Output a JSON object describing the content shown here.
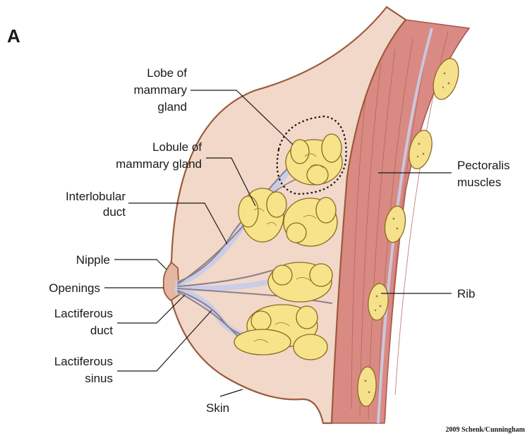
{
  "panel_letter": "A",
  "labels": {
    "lobe_line1": "Lobe of",
    "lobe_line2": "mammary",
    "lobe_line3": "gland",
    "lobule_line1": "Lobule of",
    "lobule_line2": "mammary gland",
    "interlobular_line1": "Interlobular",
    "interlobular_line2": "duct",
    "nipple": "Nipple",
    "openings": "Openings",
    "lactiferous_duct_line1": "Lactiferous",
    "lactiferous_duct_line2": "duct",
    "lactiferous_sinus_line1": "Lactiferous",
    "lactiferous_sinus_line2": "sinus",
    "skin": "Skin",
    "pectoralis_line1": "Pectoralis",
    "pectoralis_line2": "muscles",
    "rib": "Rib"
  },
  "credit": "2009 Schenk/Cunningham",
  "colors": {
    "tissue": "#f2d8c8",
    "skin_outline": "#9c5a3c",
    "lobule": "#f7e48a",
    "muscle": "#d98a82",
    "rib": "#f5e08c"
  }
}
